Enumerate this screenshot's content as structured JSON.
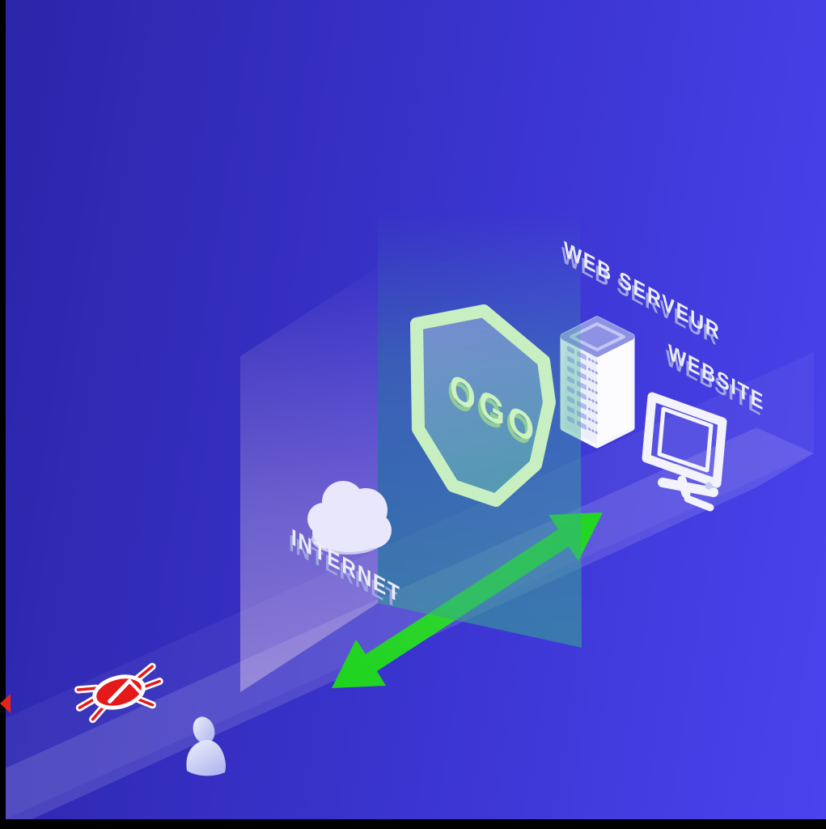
{
  "labels": {
    "web_server": "WEB SERVEUR",
    "website": "WEBSITE",
    "internet": "INTERNET",
    "shield": "OGO"
  },
  "colors": {
    "background_left": "#2b25a9",
    "background_right": "#4a43ee",
    "arrow_green": "#22d322",
    "shield_outline_green": "#c8efc1",
    "shield_label_green": "#cdf2bf",
    "wall_teal": "#37af8f",
    "wall_purple": "#cdb4dc",
    "floor_lavender": "#d7d2f5",
    "server_top_purple": "#8d92e3",
    "server_slot_lavender": "#b2b8ef",
    "device_white": "#f2f3fb",
    "cloud_white": "#e9e7fb",
    "label_white": "#ecedf8",
    "label_extrude_lavender": "#9ea4e2",
    "bug_red": "#e5181a",
    "edge_marker_red": "#e3241b",
    "frame_black": "#000000",
    "person_lavender": "#c3c8f4"
  },
  "icons": [
    "internet-cloud-icon",
    "ogo-shield-icon",
    "web-server-icon",
    "website-monitor-icon",
    "traffic-arrow-icon",
    "malware-bug-icon",
    "user-person-icon",
    "left-edge-marker-icon"
  ]
}
